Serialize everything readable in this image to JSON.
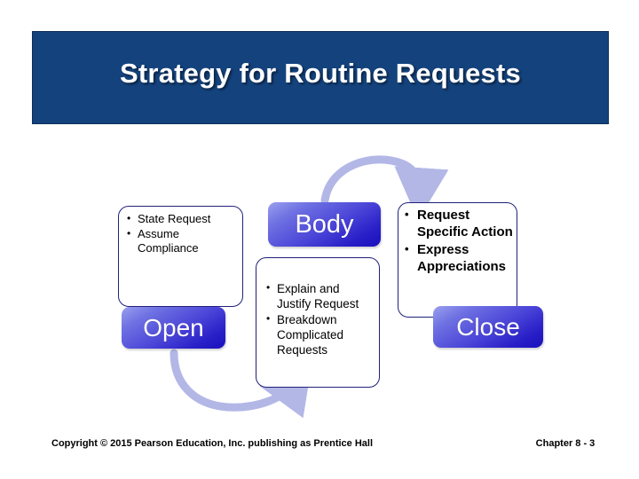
{
  "slide": {
    "title": "Strategy for Routine Requests",
    "title_bar_color": "#14427c",
    "title_text_color": "#ffffff",
    "background_color": "#ffffff"
  },
  "diagram": {
    "arrow_color": "#b2b7e6",
    "pill_gradient_from": "#9aa0ee",
    "pill_gradient_to": "#1a10bd",
    "box_border_color": "#20207a",
    "stages": [
      {
        "key": "open",
        "pill_label": "Open",
        "bullets": [
          "State Request",
          "Assume Compliance"
        ]
      },
      {
        "key": "body",
        "pill_label": "Body",
        "bullets": [
          "Explain and Justify Request",
          "Breakdown Complicated Requests"
        ]
      },
      {
        "key": "close",
        "pill_label": "Close",
        "bullets": [
          "Request Specific Action",
          "Express Appreciations"
        ]
      }
    ]
  },
  "footer": {
    "copyright": "Copyright © 2015 Pearson Education, Inc. publishing as Prentice Hall",
    "chapter": "Chapter 8 - 3"
  }
}
